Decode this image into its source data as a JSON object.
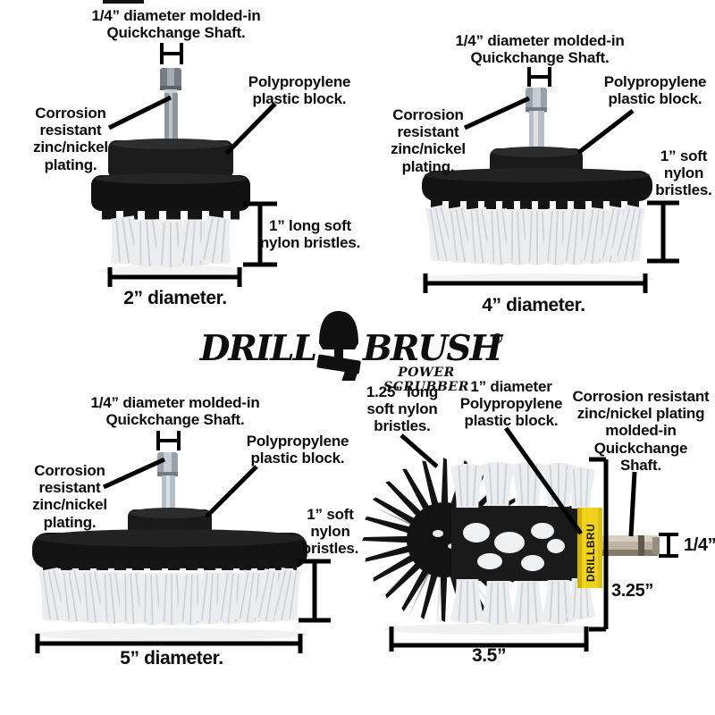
{
  "logo": {
    "word_left": "DRILL",
    "word_right": "BRUSH",
    "registered_mark": "®",
    "tagline": "POWER SCRUBBER"
  },
  "colors": {
    "background": "#ffffff",
    "text": "#0c0c0c",
    "lines": "#000000",
    "plastic_black": "#141414",
    "bristle_white": "#ecedee",
    "bristle_black": "#131313",
    "metal_gray": "#b6bec7",
    "band_yellow": "#f0d21b"
  },
  "brush_2in": {
    "callout_shaft": "1/4” diameter molded-in\nQuickchange Shaft.",
    "callout_block": "Polypropylene\nplastic block.",
    "callout_plating": "Corrosion\nresistant\nzinc/nickel\nplating.",
    "callout_bristles": "1” long soft\nnylon bristles.",
    "dim_diameter": "2” diameter."
  },
  "brush_4in": {
    "callout_shaft": "1/4” diameter molded-in\nQuickchange Shaft.",
    "callout_block": "Polypropylene\nplastic block.",
    "callout_plating": "Corrosion\nresistant\nzinc/nickel\nplating.",
    "callout_bristles": "1” soft\nnylon\nbristles.",
    "dim_diameter": "4” diameter."
  },
  "brush_5in": {
    "callout_shaft": "1/4” diameter molded-in\nQuickchange Shaft.",
    "callout_block": "Polypropylene\nplastic block.",
    "callout_plating": "Corrosion\nresistant\nzinc/nickel\nplating.",
    "callout_bristles": "1” soft\nnylon\nbristles.",
    "dim_diameter": "5” diameter."
  },
  "brush_original": {
    "callout_bristles": "1.25” long\nsoft nylon\nbristles.",
    "callout_block": "1” diameter\nPolypropylene\nplastic block.",
    "callout_shaft_plating": "Corrosion resistant\nzinc/nickel plating\nmolded-in\nQuickchange\nShaft.",
    "dim_shaft": "1/4”",
    "dim_length": "3.25”",
    "dim_width": "3.5”",
    "band_text": "DRILLBRU"
  }
}
